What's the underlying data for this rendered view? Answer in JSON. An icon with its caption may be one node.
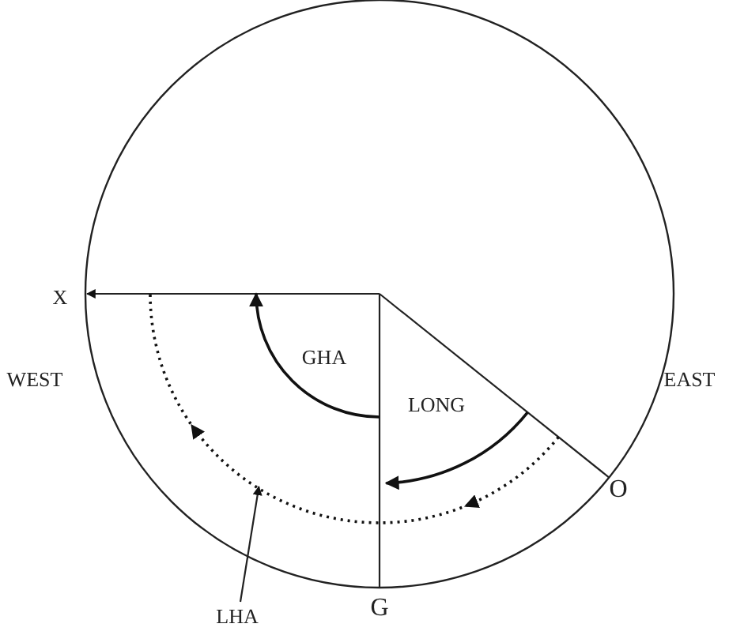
{
  "diagram": {
    "nodes": [
      {
        "text": [
          "LHA"
        ]
      },
      {
        "text": [],
        "shape": "arc"
      }
    ],
    "edges": [
      {
        "from": 0,
        "to": 1,
        "arrow": "to"
      }
    ],
    "labels": [
      "X",
      "WEST",
      "GHA",
      "LONG",
      "EAST",
      "O",
      "G"
    ]
  }
}
